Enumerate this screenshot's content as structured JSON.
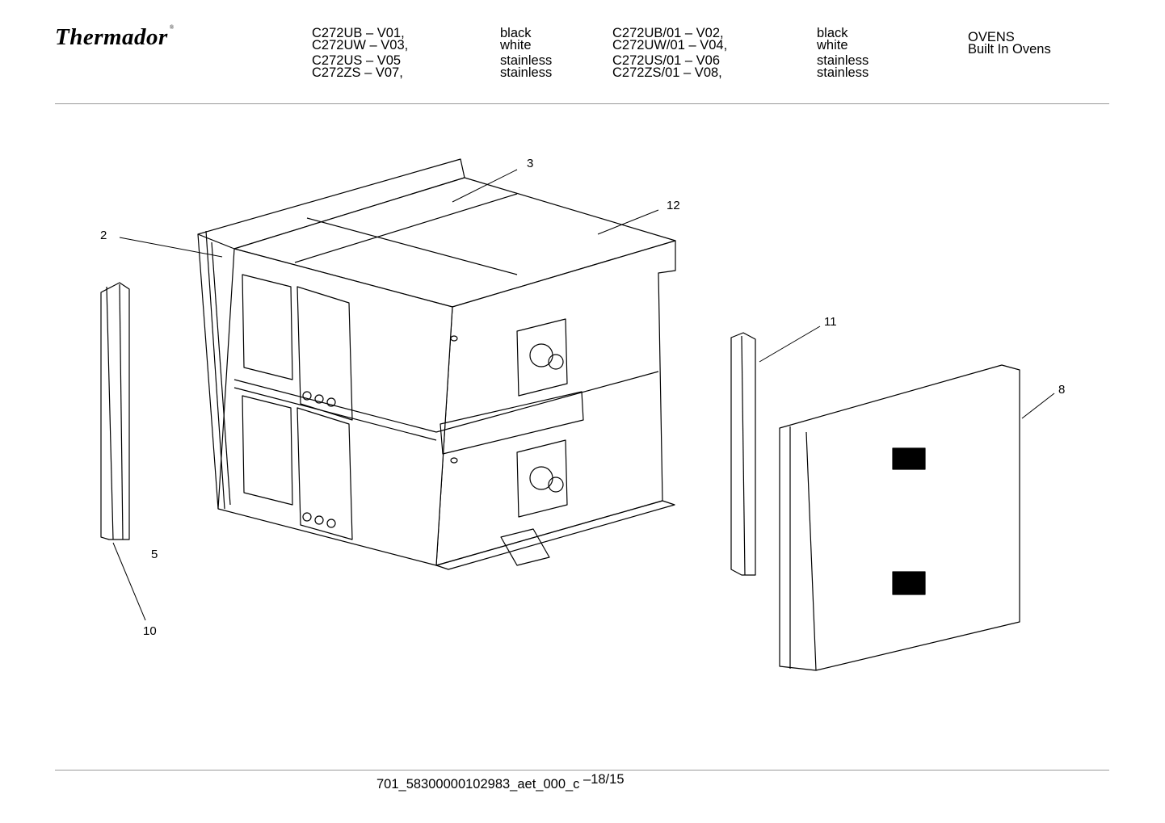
{
  "header": {
    "brand": "Thermador",
    "brand_mark": "®",
    "models": [
      {
        "model": "C272UB – V01,",
        "finish": "black",
        "model2": "C272UB/01 – V02,",
        "finish2": "black"
      },
      {
        "model": "C272UW – V03,",
        "finish": "white",
        "model2": "C272UW/01 – V04,",
        "finish2": "white"
      },
      {
        "model": "C272US – V05",
        "finish": "stainless",
        "model2": "C272US/01 – V06",
        "finish2": "stainless"
      },
      {
        "model": "C272ZS – V07,",
        "finish": "stainless",
        "model2": "C272ZS/01 – V08,",
        "finish2": "stainless"
      }
    ],
    "category": "OVENS",
    "subcategory": "Built In Ovens"
  },
  "diagram": {
    "callouts": {
      "c3": "3",
      "c12": "12",
      "c2": "2",
      "c11": "11",
      "c8": "8",
      "c5": "5",
      "c10": "10"
    }
  },
  "footer": {
    "doc_id": "701_58300000102983_aet_000_c",
    "page": "–18/15"
  }
}
